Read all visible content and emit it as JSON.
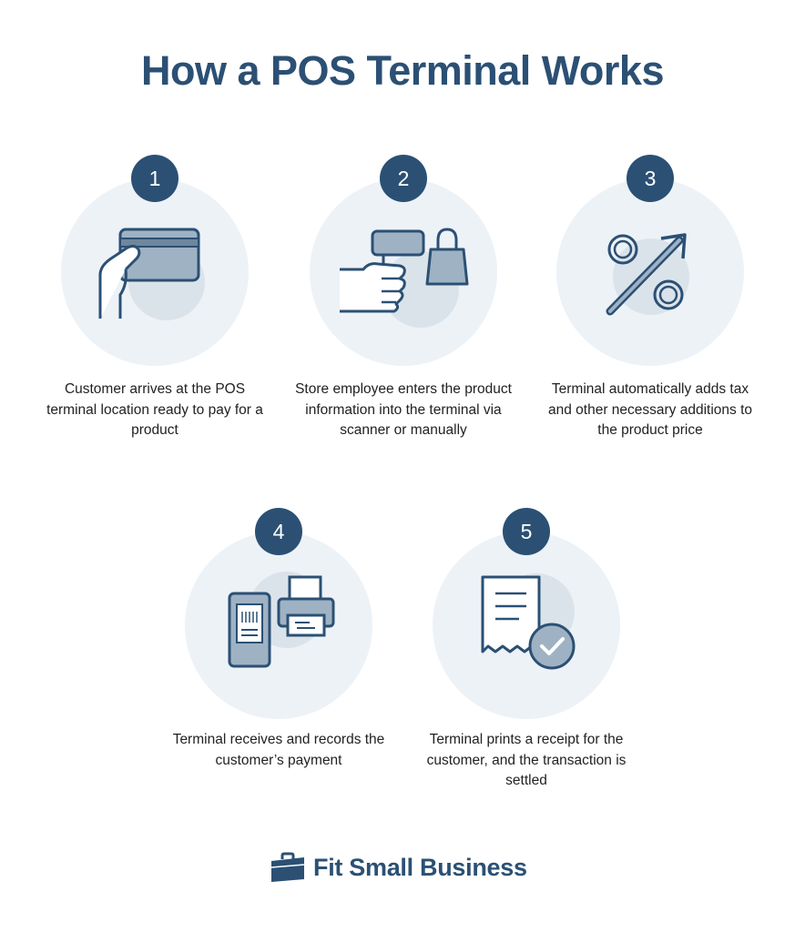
{
  "title": "How a POS Terminal Works",
  "steps": [
    {
      "number": "1",
      "icon": "credit-card-hand-icon",
      "caption": "Customer arrives at the POS terminal location ready to pay for a product"
    },
    {
      "number": "2",
      "icon": "barcode-scanner-bag-icon",
      "caption": "Store employee enters the product information into the terminal via scanner or manually"
    },
    {
      "number": "3",
      "icon": "percent-increase-icon",
      "caption": "Terminal automatically adds tax and other necessary additions to the product price"
    },
    {
      "number": "4",
      "icon": "phone-payment-printer-icon",
      "caption": "Terminal receives and records the customer’s payment"
    },
    {
      "number": "5",
      "icon": "receipt-check-icon",
      "caption": "Terminal prints a receipt for the customer, and the transaction is settled"
    }
  ],
  "brand": {
    "name": "Fit Small Business",
    "icon": "briefcase-logo-icon"
  },
  "colors": {
    "primary": "#2b5074",
    "circle_bg": "#edf2f7",
    "icon_fill": "#9fb2c4",
    "text": "#222222"
  }
}
